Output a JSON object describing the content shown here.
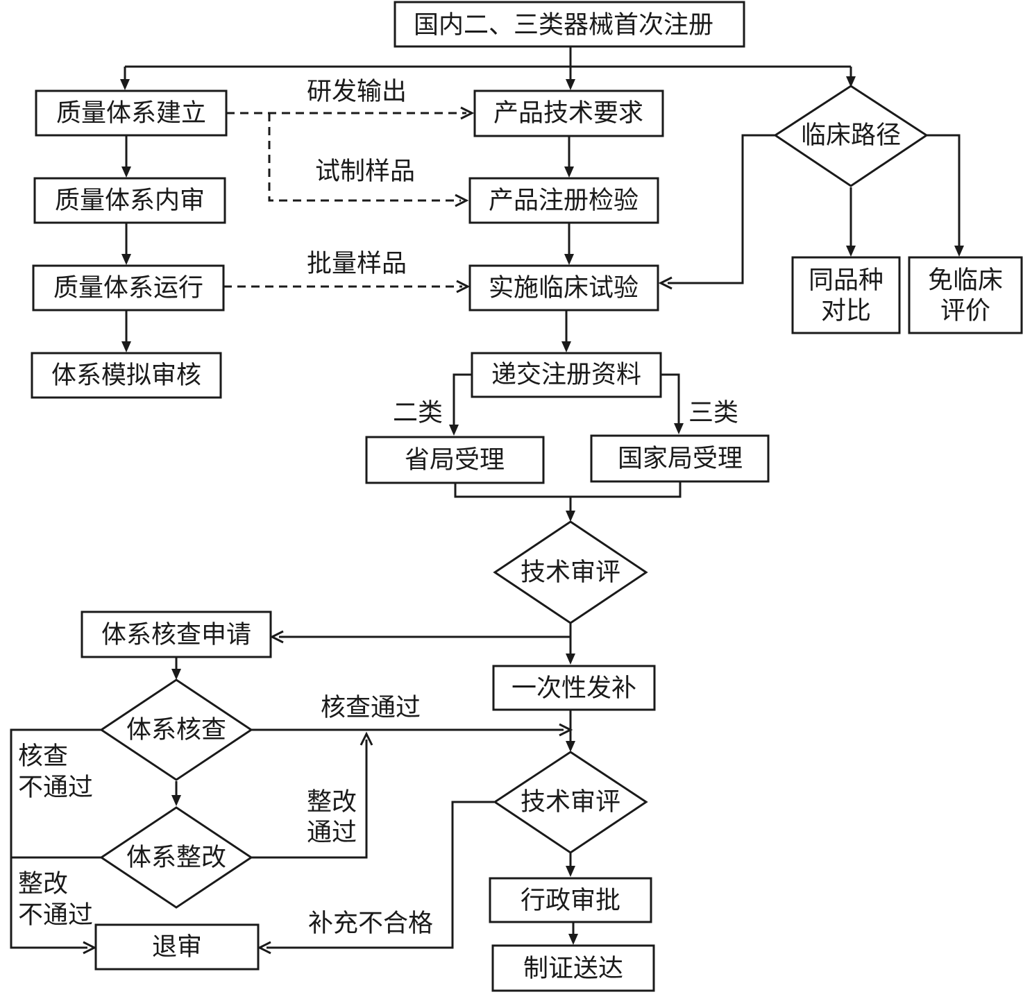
{
  "nodes": {
    "top": "国内二、三类器械首次注册",
    "qs_build": "质量体系建立",
    "qs_audit": "质量体系内审",
    "qs_run": "质量体系运行",
    "qs_mock": "体系模拟审核",
    "tech_req": "产品技术要求",
    "reg_test": "产品注册检验",
    "clinical_trial": "实施临床试验",
    "clinical_path": "临床路径",
    "same_compare_1": "同品种",
    "same_compare_2": "对比",
    "no_clinical_1": "免临床",
    "no_clinical_2": "评价",
    "submit": "递交注册资料",
    "prov_accept": "省局受理",
    "natl_accept": "国家局受理",
    "review_1": "技术审评",
    "inspect_apply": "体系核查申请",
    "supplement": "一次性发补",
    "inspect": "体系核查",
    "rectify": "体系整改",
    "review_2": "技术审评",
    "admin_approval": "行政审批",
    "certificate": "制证送达",
    "reject": "退审"
  },
  "labels": {
    "rd_output": "研发输出",
    "trial_sample": "试制样品",
    "batch_sample": "批量样品",
    "class_2": "二类",
    "class_3": "三类",
    "inspect_pass": "核查通过",
    "inspect_fail_1": "核查",
    "inspect_fail_2": "不通过",
    "rectify_pass_1": "整改",
    "rectify_pass_2": "通过",
    "rectify_fail_1": "整改",
    "rectify_fail_2": "不通过",
    "supplement_fail": "补充不合格"
  }
}
